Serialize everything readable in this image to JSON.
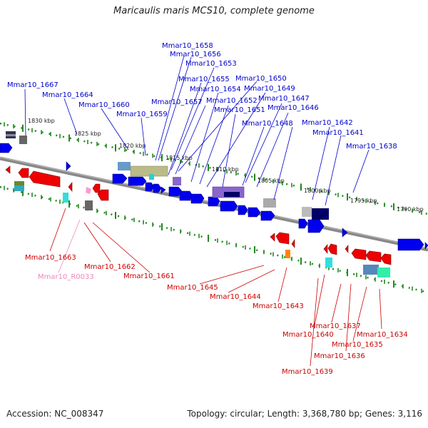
{
  "title": "Maricaulis maris MCS10, complete genome",
  "footer": {
    "accession": "Accession: NC_008347",
    "summary": "Topology: circular; Length: 3,368,780 bp; Genes: 3,116"
  },
  "colors": {
    "forward_label": "#0000cc",
    "reverse_label": "#cc0000",
    "rna_label": "#ee88bb",
    "forward_gene": "#0000ee",
    "reverse_gene": "#ee0000",
    "backbone": "#888888",
    "tick": "#228822"
  },
  "scale_labels": [
    "1830 kbp",
    "1825 kbp",
    "1820 kbp",
    "1815 kbp",
    "1810 kbp",
    "1805 kbp",
    "1800 kbp",
    "1795 kbp",
    "1790 kbp"
  ],
  "forward_labels": [
    "Mmar10_1658",
    "Mmar10_1656",
    "Mmar10_1653",
    "Mmar10_1655",
    "Mmar10_1650",
    "Mmar10_1667",
    "Mmar10_1654",
    "Mmar10_1649",
    "Mmar10_1664",
    "Mmar10_1657",
    "Mmar10_1652",
    "Mmar10_1647",
    "Mmar10_1660",
    "Mmar10_1651",
    "Mmar10_1646",
    "Mmar10_1659",
    "Mmar10_1648",
    "Mmar10_1642",
    "Mmar10_1641",
    "Mmar10_1638"
  ],
  "reverse_labels": [
    "Mmar10_1663",
    "Mmar10_1662",
    "Mmar10_R0033",
    "Mmar10_1661",
    "Mmar10_1645",
    "Mmar10_1644",
    "Mmar10_1643",
    "Mmar10_1637",
    "Mmar10_1640",
    "Mmar10_1634",
    "Mmar10_1635",
    "Mmar10_1636",
    "Mmar10_1639"
  ]
}
